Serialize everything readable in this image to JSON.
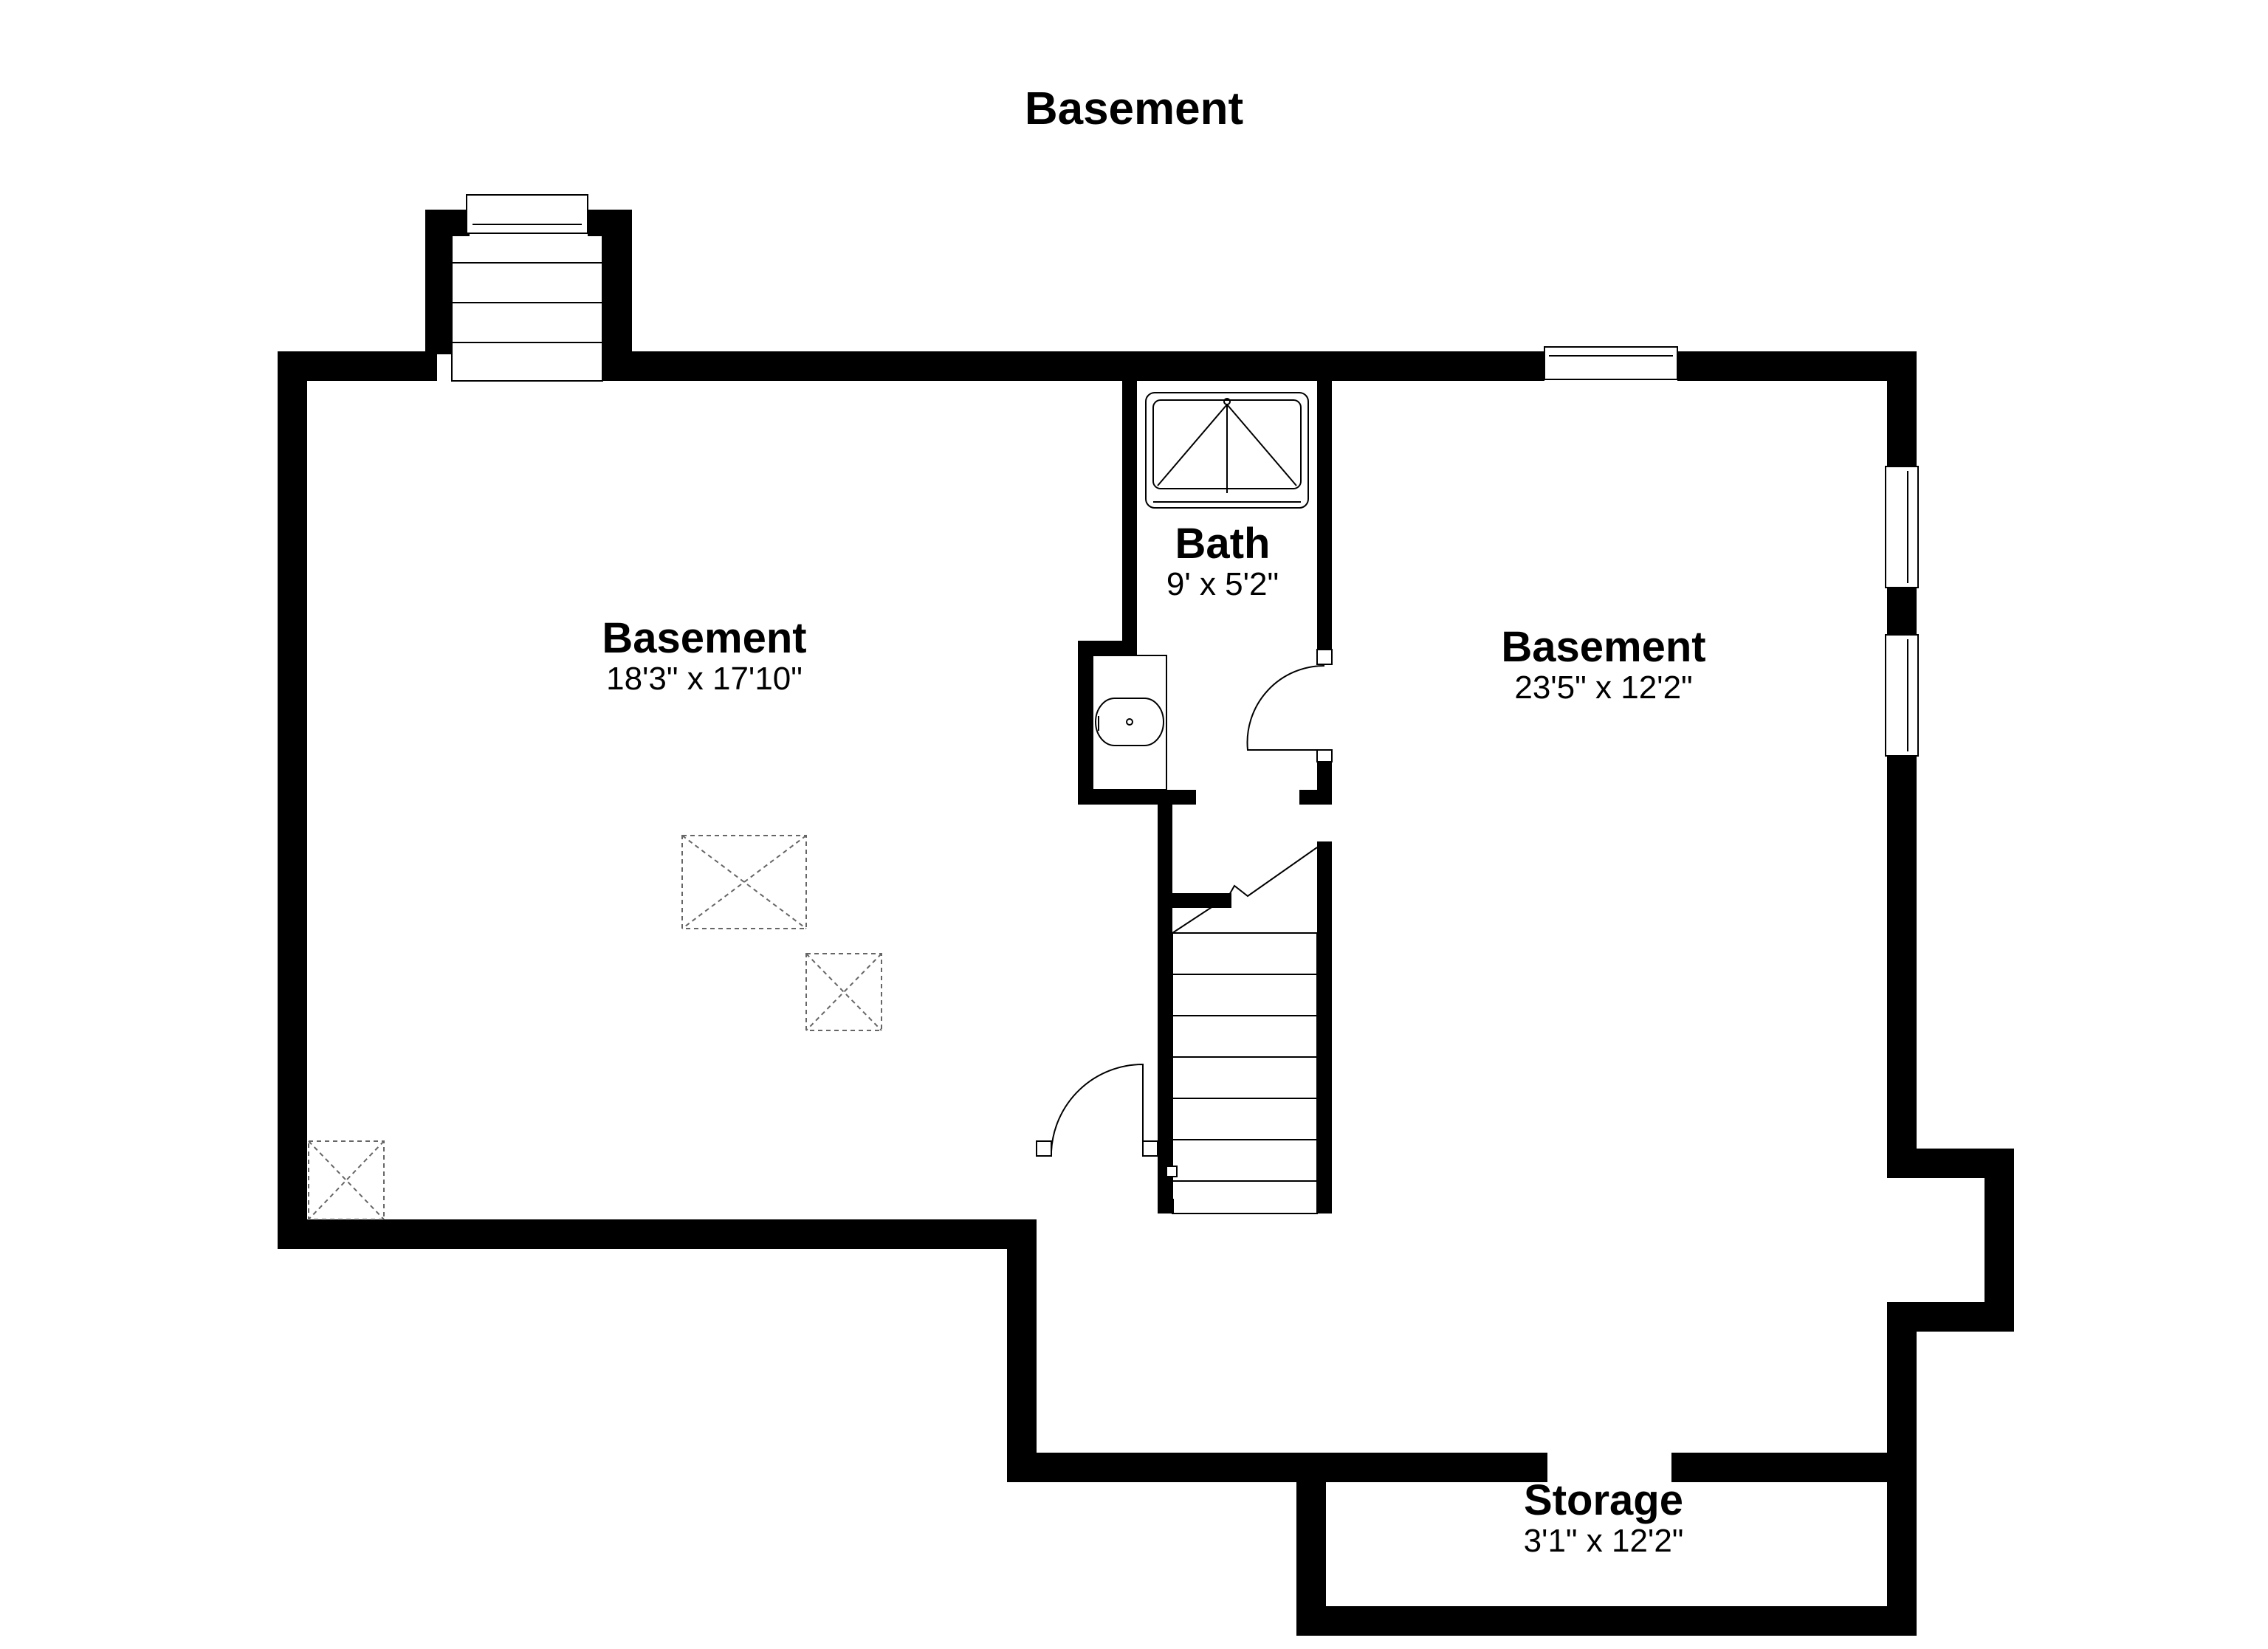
{
  "title": "Basement",
  "rooms": [
    {
      "name": "Basement",
      "dimensions": "18'3\" x 17'10\""
    },
    {
      "name": "Bath",
      "dimensions": "9' x 5'2\""
    },
    {
      "name": "Basement",
      "dimensions": "23'5\" x 12'2\""
    },
    {
      "name": "Storage",
      "dimensions": "3'1\" x 12'2\""
    }
  ]
}
